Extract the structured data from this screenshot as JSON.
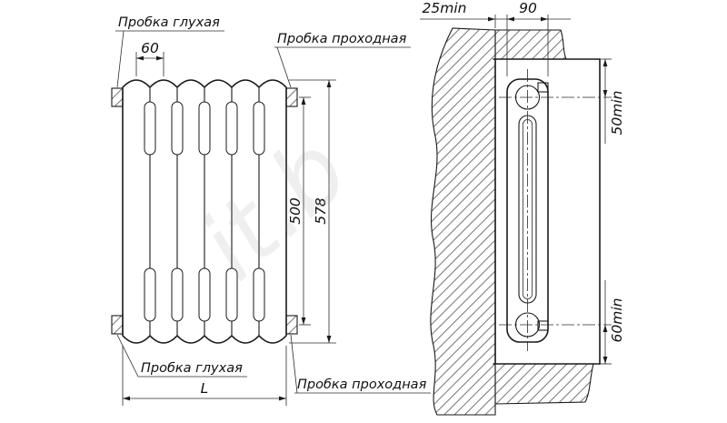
{
  "watermark": "it.b",
  "front_view": {
    "labels": {
      "top_blind": "Пробка глухая",
      "top_through": "Пробка проходная",
      "bottom_blind": "Пробка глухая",
      "bottom_through": "Пробка проходная"
    },
    "dims": {
      "pitch": "60",
      "axis": "500",
      "height": "578",
      "length": "L"
    }
  },
  "side_view": {
    "dims": {
      "wall_gap": "25min",
      "depth": "90",
      "top_gap": "50min",
      "bottom_gap": "60min"
    }
  }
}
